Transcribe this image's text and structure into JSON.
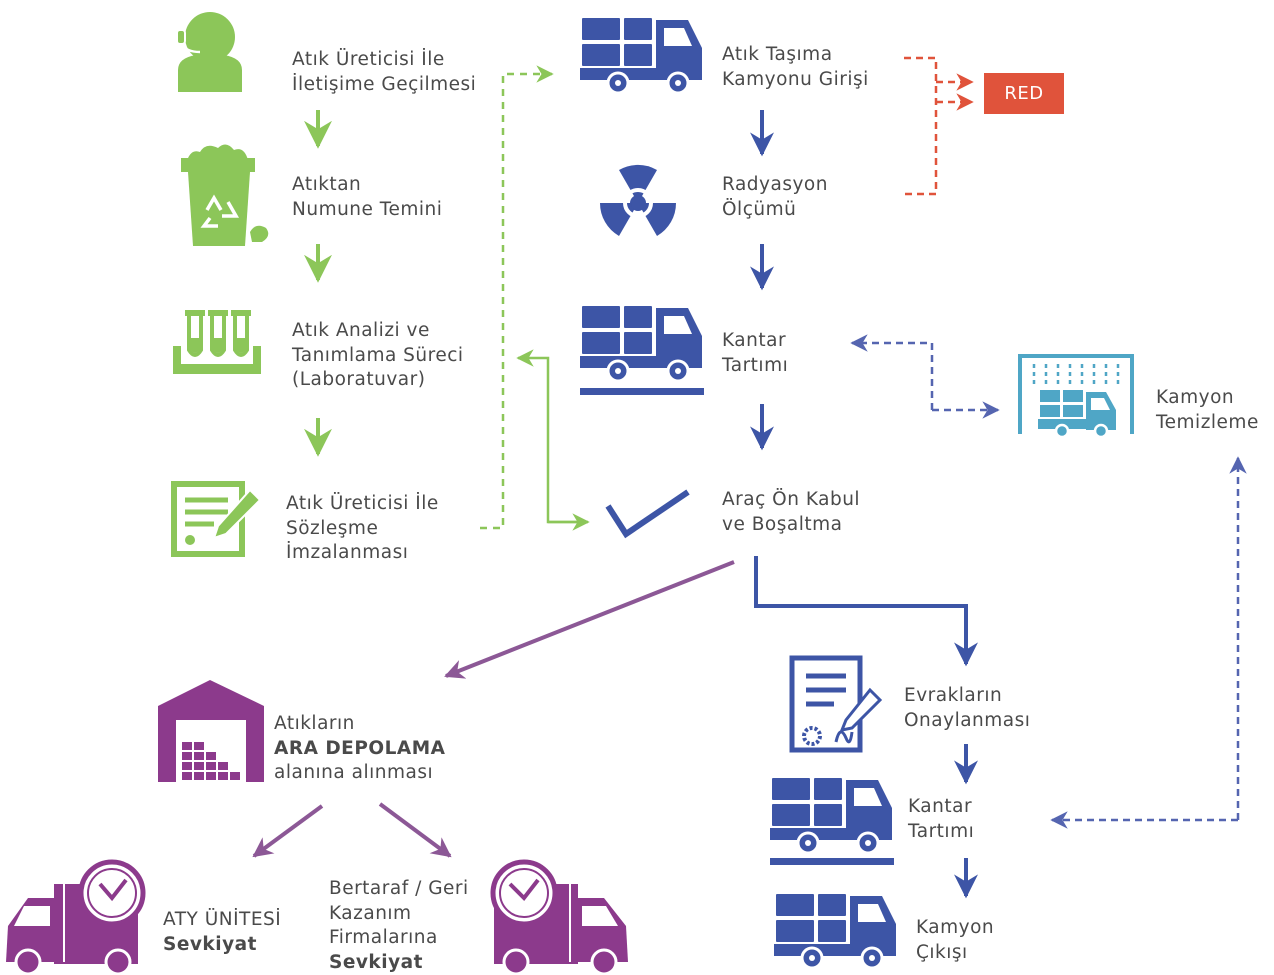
{
  "colors": {
    "green": "#8CC659",
    "blue": "#3D55A6",
    "light_blue": "#4FA6C6",
    "purple": "#8C3A8C",
    "purple_arrow": "#8C5896",
    "red": "#E0533B",
    "text": "#4a4a4a"
  },
  "steps": {
    "contact": {
      "icon": "call-center-person-icon",
      "lines": [
        "Atık Üreticisi İle",
        "İletişime Geçilmesi"
      ]
    },
    "sample": {
      "icon": "recycle-bin-icon",
      "lines": [
        "Atıktan",
        "Numune Temini"
      ]
    },
    "analysis": {
      "icon": "test-tubes-icon",
      "lines": [
        "Atık Analizi ve",
        "Tanımlama Süreci",
        "(Laboratuvar)"
      ]
    },
    "contract": {
      "icon": "contract-sign-icon",
      "lines": [
        "Atık Üreticisi İle",
        "Sözleşme",
        "İmzalanması"
      ]
    },
    "truck_entry": {
      "icon": "truck-icon",
      "lines": [
        "Atık Taşıma",
        "Kamyonu Girişi"
      ]
    },
    "radiation": {
      "icon": "radiation-icon",
      "lines": [
        "Radyasyon",
        "Ölçümü"
      ]
    },
    "weighing1": {
      "icon": "truck-on-scale-icon",
      "lines": [
        "Kantar",
        "Tartımı"
      ]
    },
    "acceptance": {
      "icon": "checkmark-icon",
      "lines": [
        "Araç Ön Kabul",
        "ve Boşaltma"
      ]
    },
    "cleaning": {
      "icon": "truck-wash-icon",
      "lines": [
        "Kamyon",
        "Temizleme"
      ]
    },
    "documents": {
      "icon": "certificate-document-icon",
      "lines": [
        "Evrakların",
        "Onaylanması"
      ]
    },
    "weighing2": {
      "icon": "truck-on-scale-icon",
      "lines": [
        "Kantar",
        "Tartımı"
      ]
    },
    "truck_exit": {
      "icon": "truck-icon",
      "lines": [
        "Kamyon",
        "Çıkışı"
      ]
    },
    "storage": {
      "icon": "warehouse-icon",
      "line1": "Atıkların",
      "line2": "ARA DEPOLAMA",
      "line3": "alanına alınması"
    },
    "aty": {
      "icon": "delivery-truck-clock-icon",
      "line1": "ATY ÜNİTESİ",
      "line2": "Sevkiyat"
    },
    "disposal": {
      "icon": "delivery-truck-clock-icon",
      "line1": "Bertaraf / Geri",
      "line2": "Kazanım",
      "line3": "Firmalarına",
      "line4": "Sevkiyat"
    }
  },
  "reject": {
    "label": "RED"
  }
}
